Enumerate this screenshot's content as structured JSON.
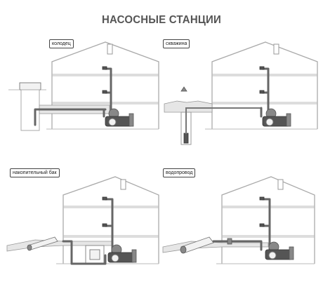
{
  "title": "НАСОСНЫЕ СТАНЦИИ",
  "panels": [
    {
      "label": "колодец"
    },
    {
      "label": "скважина"
    },
    {
      "label": "накопительный бак"
    },
    {
      "label": "водопровод"
    }
  ]
}
